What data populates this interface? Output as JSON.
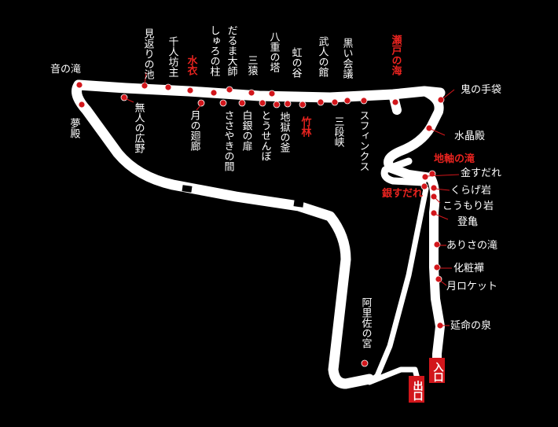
{
  "map": {
    "colors": {
      "background": "#000000",
      "path": "#ffffff",
      "marker": "#d2161b",
      "highlight_text": "#e8231f"
    },
    "spots": {
      "oto_no_taki": "音の滝",
      "yume_dono": "夢殿",
      "mikaeri_no_ike": "見返りの池",
      "munin_no_hiroba": "無人の広野",
      "sennin_bozu": "千人坊主",
      "mizugoromo": "水衣",
      "tsuki_no_kairo": "月の廻廊",
      "shuro_no_hashira": "しゅろの柱",
      "daruma_taishi": "だるま大師",
      "sasayaki_no_ma": "ささやきの間",
      "sanen": "三猿",
      "hakugin_no_tobira": "白銀の扉",
      "hachijuu_no_tou": "八重の塔",
      "tousenbo": "とうせんぼ",
      "niji_no_tani": "虹の谷",
      "jigoku_no_kama": "地獄の釜",
      "takebayashi": "竹林",
      "bujin_no_yakata": "武人の館",
      "kuroi_kaigi": "黒い会議",
      "sandankyo": "三段峡",
      "sphinx": "スフィンクス",
      "seto_no_umi": "瀬戸の海",
      "oni_no_tebukuro": "鬼の手袋",
      "suishoden": "水晶殿",
      "chijiku_no_taki": "地軸の滝",
      "kin_sudare": "金すだれ",
      "gin_sudare": "銀すだれ",
      "kurage_iwa": "くらげ岩",
      "koumori_iwa": "こうもり岩",
      "noborigame": "登亀",
      "arisa_no_taki": "ありさの滝",
      "keshou_fusuma": "化粧襌",
      "tsuki_rocket": "月ロケット",
      "enmei_no_izumi": "延命の泉",
      "arisa_no_miya": "阿里佐の宮"
    },
    "entrance_label": "入口",
    "exit_label": "出口"
  }
}
